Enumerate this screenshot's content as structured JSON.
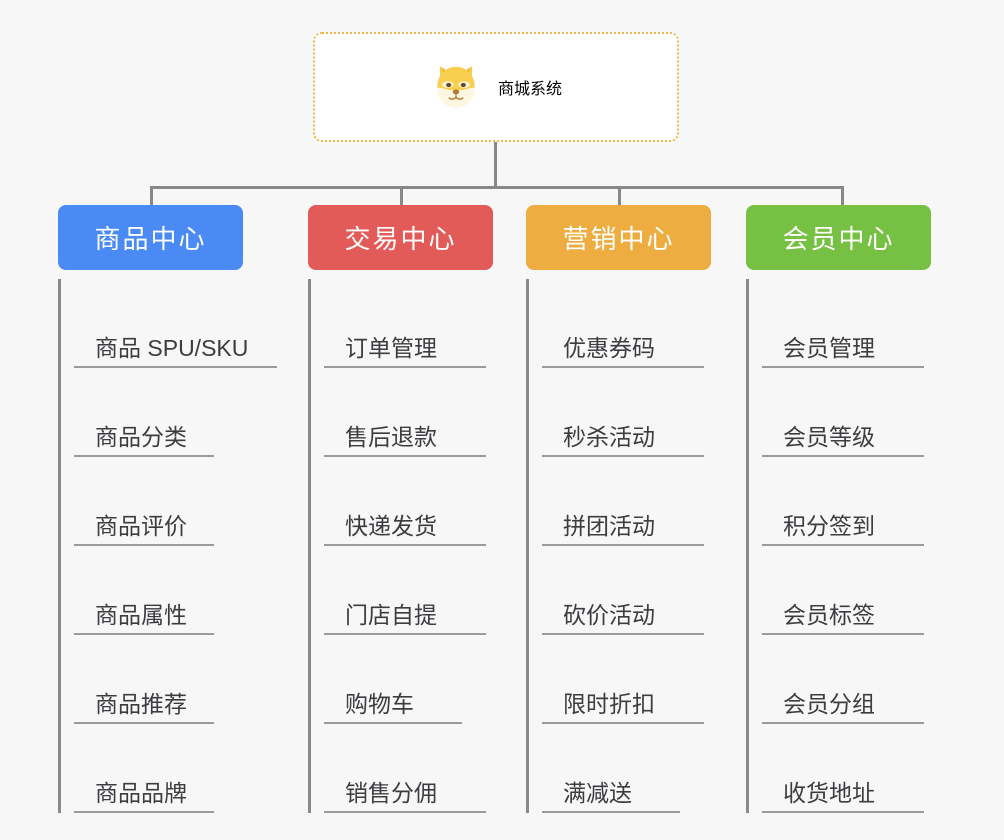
{
  "page": {
    "background_color": "#f7f7f7",
    "connector_color": "#888888"
  },
  "root": {
    "title": "商城系统",
    "icon": "shiba-dog-icon",
    "title_color": "#e8a93b",
    "border_color": "#f0b74a",
    "background_color": "#ffffff"
  },
  "branches": [
    {
      "label": "商品中心",
      "color": "#4a8af4",
      "items": [
        {
          "label": "商品 SPU/SKU"
        },
        {
          "label": "商品分类"
        },
        {
          "label": "商品评价"
        },
        {
          "label": "商品属性"
        },
        {
          "label": "商品推荐"
        },
        {
          "label": "商品品牌"
        }
      ]
    },
    {
      "label": "交易中心",
      "color": "#e35b58",
      "items": [
        {
          "label": "订单管理"
        },
        {
          "label": "售后退款"
        },
        {
          "label": "快递发货"
        },
        {
          "label": "门店自提"
        },
        {
          "label": "购物车"
        },
        {
          "label": "销售分佣"
        }
      ]
    },
    {
      "label": "营销中心",
      "color": "#edad40",
      "items": [
        {
          "label": "优惠券码"
        },
        {
          "label": "秒杀活动"
        },
        {
          "label": "拼团活动"
        },
        {
          "label": "砍价活动"
        },
        {
          "label": "限时折扣"
        },
        {
          "label": "满减送"
        }
      ]
    },
    {
      "label": "会员中心",
      "color": "#76c043",
      "items": [
        {
          "label": "会员管理"
        },
        {
          "label": "会员等级"
        },
        {
          "label": "积分签到"
        },
        {
          "label": "会员标签"
        },
        {
          "label": "会员分组"
        },
        {
          "label": "收货地址"
        }
      ]
    }
  ]
}
